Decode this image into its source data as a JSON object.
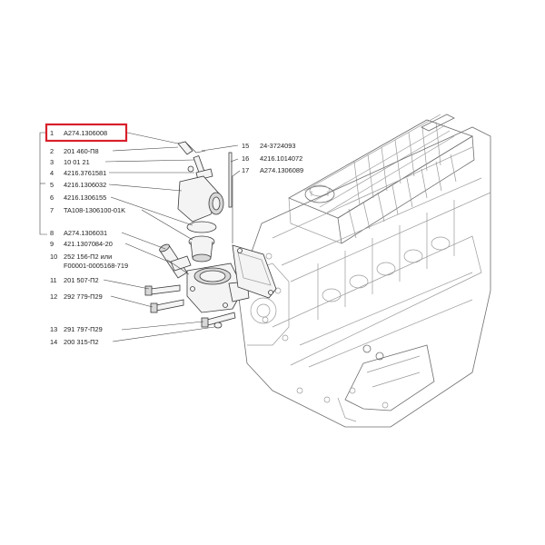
{
  "parts": [
    {
      "num": "1",
      "code": "A274.1306008",
      "highlighted": true
    },
    {
      "num": "2",
      "code": "201 460-П8"
    },
    {
      "num": "3",
      "code": "10 01 21"
    },
    {
      "num": "4",
      "code": "4216.3761581"
    },
    {
      "num": "5",
      "code": "4216.1306032"
    },
    {
      "num": "6",
      "code": "4216.1306155"
    },
    {
      "num": "7",
      "code": "TA108-1306100-01K"
    },
    {
      "num": "8",
      "code": "A274.1306031"
    },
    {
      "num": "9",
      "code": "421.1307084-20"
    },
    {
      "num": "10",
      "code": "252 156-П2 или",
      "code_line2": "F00001-0005168-719"
    },
    {
      "num": "11",
      "code": "201 507-П2"
    },
    {
      "num": "12",
      "code": "292 779-П29"
    },
    {
      "num": "13",
      "code": "291 797-П29"
    },
    {
      "num": "14",
      "code": "200 315-П2"
    },
    {
      "num": "15",
      "code": "24-3724093"
    },
    {
      "num": "16",
      "code": "4216.1014072"
    },
    {
      "num": "17",
      "code": "A274.1306089"
    }
  ],
  "colors": {
    "highlight_box": "#d8202a",
    "line_art": "#9a9a9a",
    "parts_ink": "#3a3a3a"
  }
}
